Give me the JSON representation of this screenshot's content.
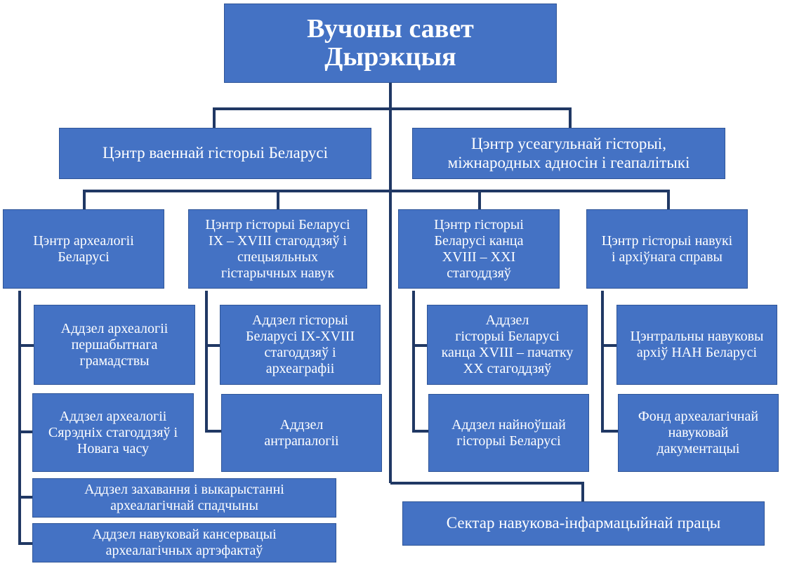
{
  "root": {
    "title": "Вучоны савет\nДырэкцыя"
  },
  "centers_top": [
    "Цэнтр ваеннай гісторыі Беларусі",
    "Цэнтр усеагульнай гісторыі,\nміжнародных адносін і геапалітыкі"
  ],
  "centers": [
    "Цэнтр археалогіі\nБеларусі",
    "Цэнтр гісторыі Беларусі\nIX – XVIII стагоддзяў і\nспецыяльных\nгістарычных навук",
    "Цэнтр гісторыі\nБеларусі канца\nXVIII – XXI\nстагоддзяў",
    "Цэнтр гісторыі навукі\nі архіўнага справы"
  ],
  "archaeology_departments": [
    "Аддзел археалогіі\nпершабытнага\nграмадствы",
    "Аддзел археалогіі\nСярэдніх стагоддзяў і\nНовага часу",
    "Аддзел захавання і выкарыстанні\nархеалагічнай спадчыны",
    "Аддзел навуковай кансервацыі\nархеалагічных артэфактаў"
  ],
  "history_9_18_departments": [
    "Аддзел гісторыі\nБеларусі IX-XVIII\nстагоддзяў і\nархеаграфіі",
    "Аддзел\nантрапалогіі"
  ],
  "history_18_21_departments": [
    "Аддзел\nгісторыі Беларусі\nканца XVIII – пачатку\nXX стагоддзяў",
    "Аддзел найноўшай\nгісторыі Беларусі"
  ],
  "science_history_departments": [
    "Цэнтральны навуковы\nархіў НАН Беларусі",
    "Фонд археалагічнай\nнавуковай\nдакументацыі"
  ],
  "sector": "Сектар навукова-інфармацыйнай працы"
}
